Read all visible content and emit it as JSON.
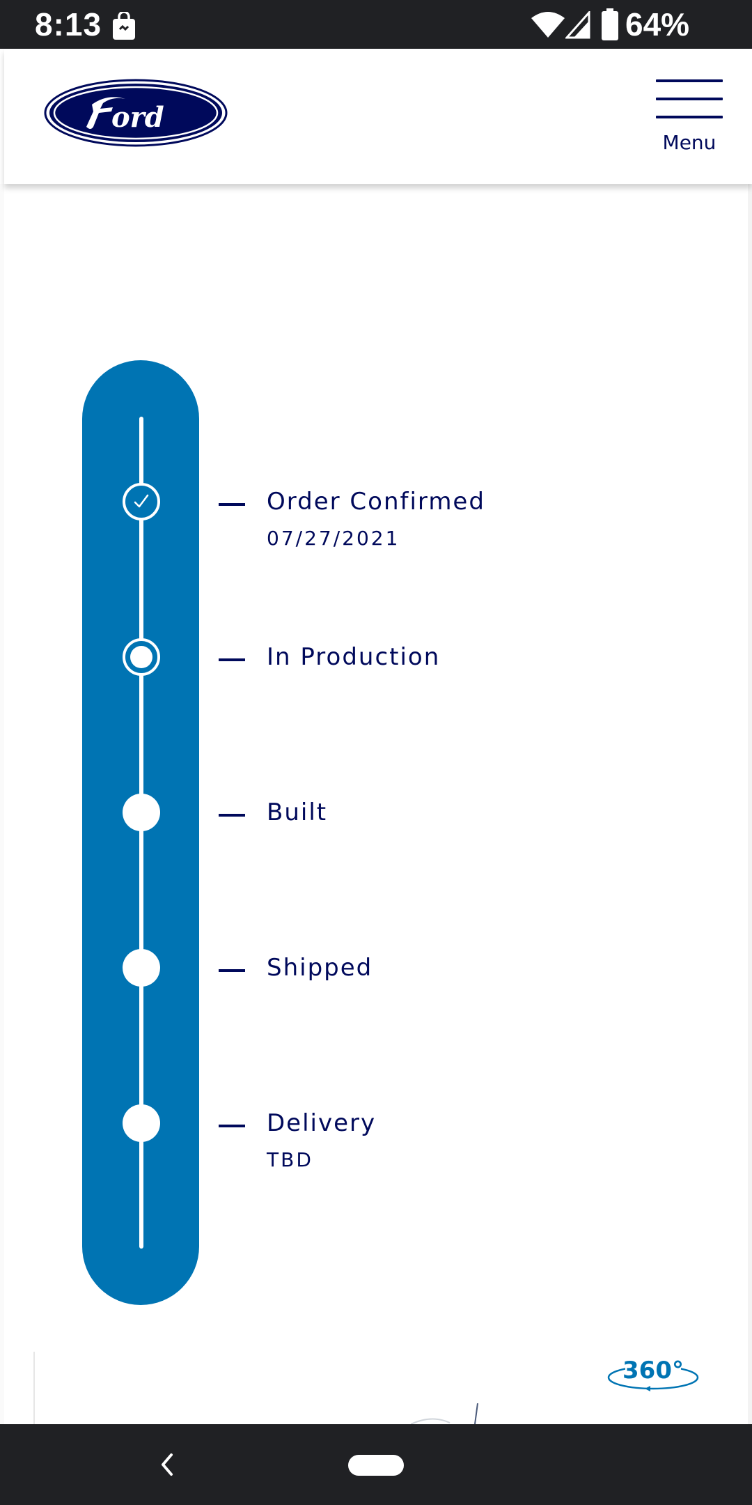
{
  "status_bar": {
    "time": "8:13",
    "battery_pct": "64%",
    "icons": [
      "shopping-bag-icon",
      "wifi-icon",
      "cell-signal-icon",
      "battery-icon"
    ]
  },
  "header": {
    "logo_text": "Ford",
    "menu_label": "Menu"
  },
  "colors": {
    "tracker_blue": "#0074b3",
    "ford_navy": "#00095b",
    "system_bar": "#202124"
  },
  "tracker": {
    "steps": [
      {
        "label": "Order Confirmed",
        "sub": "07/27/2021",
        "state": "completed"
      },
      {
        "label": "In Production",
        "sub": "",
        "state": "current"
      },
      {
        "label": "Built",
        "sub": "",
        "state": "pending"
      },
      {
        "label": "Shipped",
        "sub": "",
        "state": "pending"
      },
      {
        "label": "Delivery",
        "sub": "TBD",
        "state": "pending"
      }
    ]
  },
  "viewer": {
    "badge_text": "360°"
  }
}
